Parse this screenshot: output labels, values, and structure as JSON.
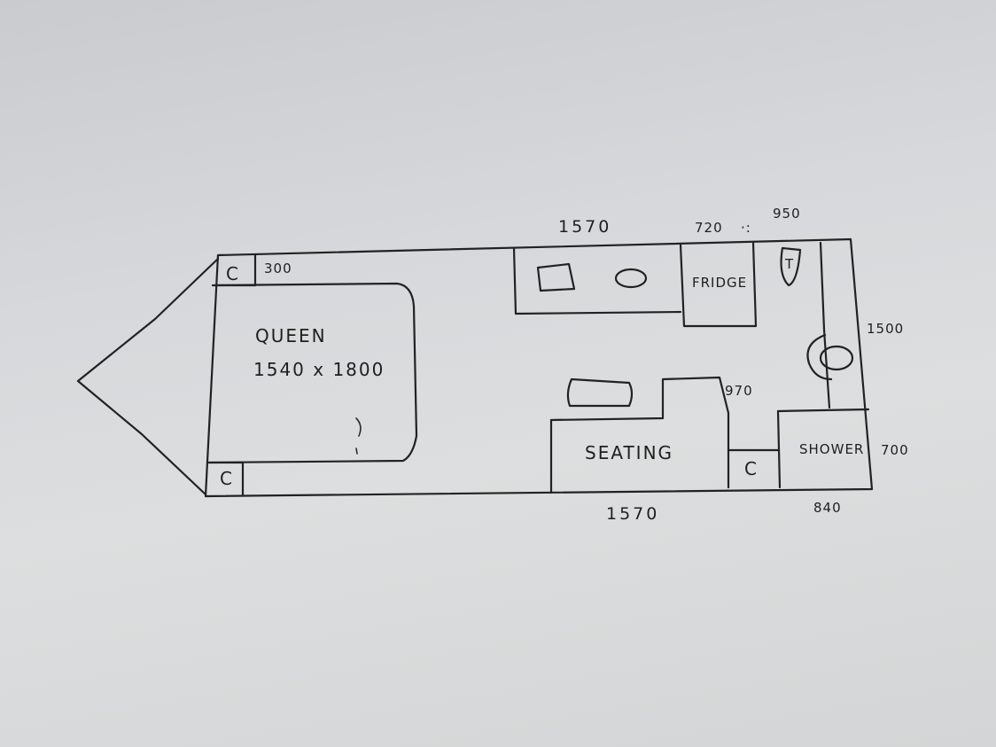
{
  "labels": {
    "bed_name": "QUEEN",
    "bed_size": "1540 x 1800",
    "fridge": "FRIDGE",
    "toilet": "T",
    "seating": "SEATING",
    "shower": "SHOWER",
    "cupboard_top_left": "C",
    "cupboard_bottom_left": "C",
    "cupboard_bottom_right": "C"
  },
  "dimensions": {
    "top_kitchen": "1570",
    "top_fridge": "720",
    "top_bathroom": "950",
    "top_cupboard": "300",
    "right_bathroom": "1500",
    "seating_back": "970",
    "right_shower": "700",
    "bottom_seating": "1570",
    "bottom_shower": "840"
  }
}
